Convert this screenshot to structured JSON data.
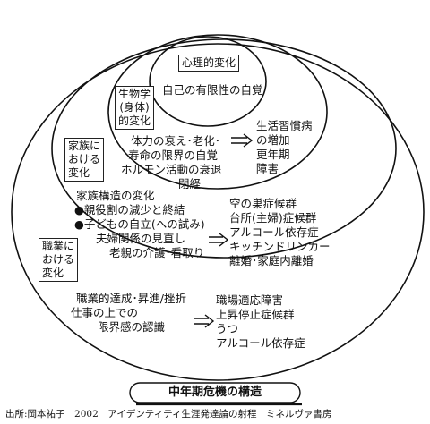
{
  "layers": {
    "psychological": {
      "label": "心理的変化",
      "items": [
        "自己の有限性の自覚"
      ]
    },
    "biological": {
      "label": [
        "生物学",
        "(身体)",
        "的変化"
      ],
      "causes": [
        "体力の衰え･老化･",
        "寿命の限界の自覚",
        "ホルモン活動の衰退",
        "閉経"
      ],
      "outcomes": [
        "生活習慣病",
        "の増加",
        "更年期",
        "障害"
      ]
    },
    "family": {
      "label": [
        "家族に",
        "おける",
        "変化"
      ],
      "causes": [
        "家族構造の変化",
        "●親役割の減少と終結",
        "●子どもの自立(への試み)",
        "夫婦関係の見直し",
        "老親の介護･看取り"
      ],
      "outcomes": [
        "空の巣症候群",
        "台所(主婦)症候群",
        "アルコール依存症",
        "キッチンドリンカー",
        "離婚･家庭内離婚"
      ]
    },
    "occupational": {
      "label": [
        "職業に",
        "おける",
        "変化"
      ],
      "causes": [
        "職業的達成･昇進/挫折",
        "仕事の上での",
        "限界感の認識"
      ],
      "outcomes": [
        "職場適応障害",
        "上昇停止症候群",
        "うつ",
        "アルコール依存症"
      ]
    }
  },
  "title": "中年期危機の構造",
  "source": "出所:岡本祐子　2002　アイデンティティ生涯発達論の射程　ミネルヴァ書房"
}
